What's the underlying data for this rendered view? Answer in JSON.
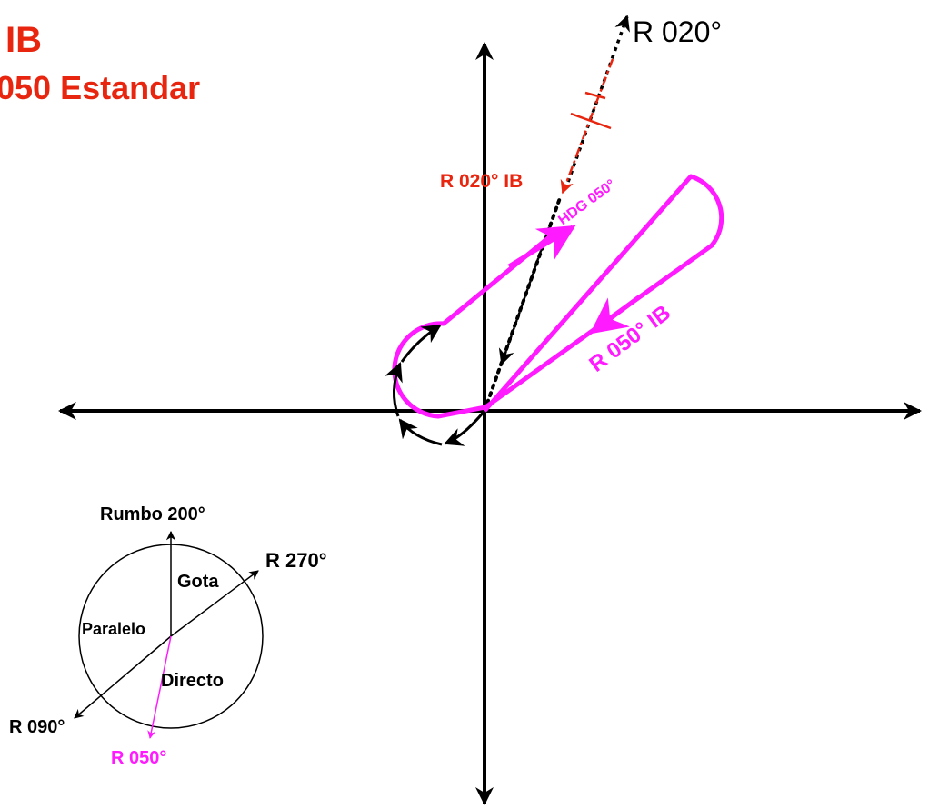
{
  "header": {
    "line1": "IB",
    "line2": "050 Estandar"
  },
  "labels": {
    "radial_top": "R 020°",
    "radial_inbound_red": "R 020° IB",
    "heading": "HDG 050°",
    "radial_inbound_magenta": "R 050° IB"
  },
  "inset": {
    "heading": "Rumbo 200°",
    "radial_270": "R 270°",
    "radial_090": "R 090°",
    "radial_050": "R 050°",
    "sector_teardrop": "Gota",
    "sector_parallel": "Paralelo",
    "sector_direct": "Directo"
  },
  "colors": {
    "red": "#e8250f",
    "magenta": "#ff1aff",
    "black": "#000000"
  }
}
